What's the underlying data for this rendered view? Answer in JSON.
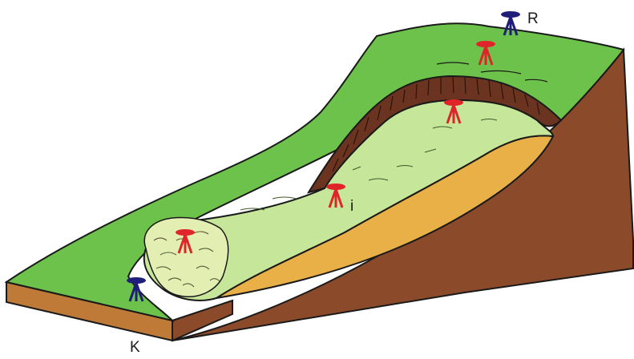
{
  "diagram": {
    "labels": {
      "reference": "R",
      "control": "K",
      "instrument": "i"
    },
    "stations": [
      {
        "kind": "reference",
        "color": "#1f1f7a"
      },
      {
        "kind": "monitoring",
        "color": "#e0252a"
      },
      {
        "kind": "monitoring",
        "color": "#e0252a"
      },
      {
        "kind": "monitoring",
        "color": "#e0252a"
      },
      {
        "kind": "monitoring",
        "color": "#e0252a"
      },
      {
        "kind": "control",
        "color": "#1f1f7a"
      }
    ],
    "colors": {
      "grass": "#6cc24a",
      "slide_surface": "#c6e79a",
      "slip_plane": "#e9b048",
      "soil_side": "#8b4a2a",
      "scarp": "#6b3420",
      "base_front": "#c07a38",
      "outline": "#1a1a1a"
    }
  }
}
